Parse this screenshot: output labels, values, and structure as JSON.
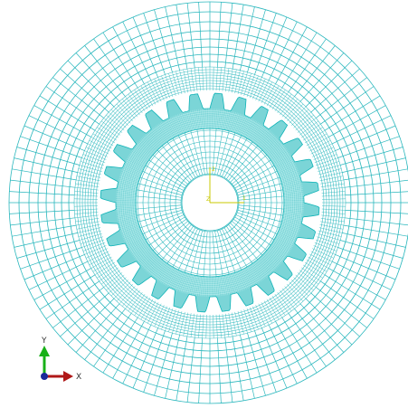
{
  "viewport": {
    "background": "#ffffff",
    "mesh_color": "#2ab7bd",
    "dense_mesh_color": "#0fb3b7"
  },
  "model": {
    "type": "gear mesh",
    "tooth_count": 28
  },
  "csys": {
    "color": "#c8c800",
    "label_1": "1",
    "label_2": "2",
    "label_origin": "Z"
  },
  "triad": {
    "x_label": "X",
    "y_label": "Y",
    "x_color": "#b01818",
    "y_color": "#18b018",
    "origin_color": "#1a2a9a",
    "icon": "global-axes-triad-icon"
  }
}
